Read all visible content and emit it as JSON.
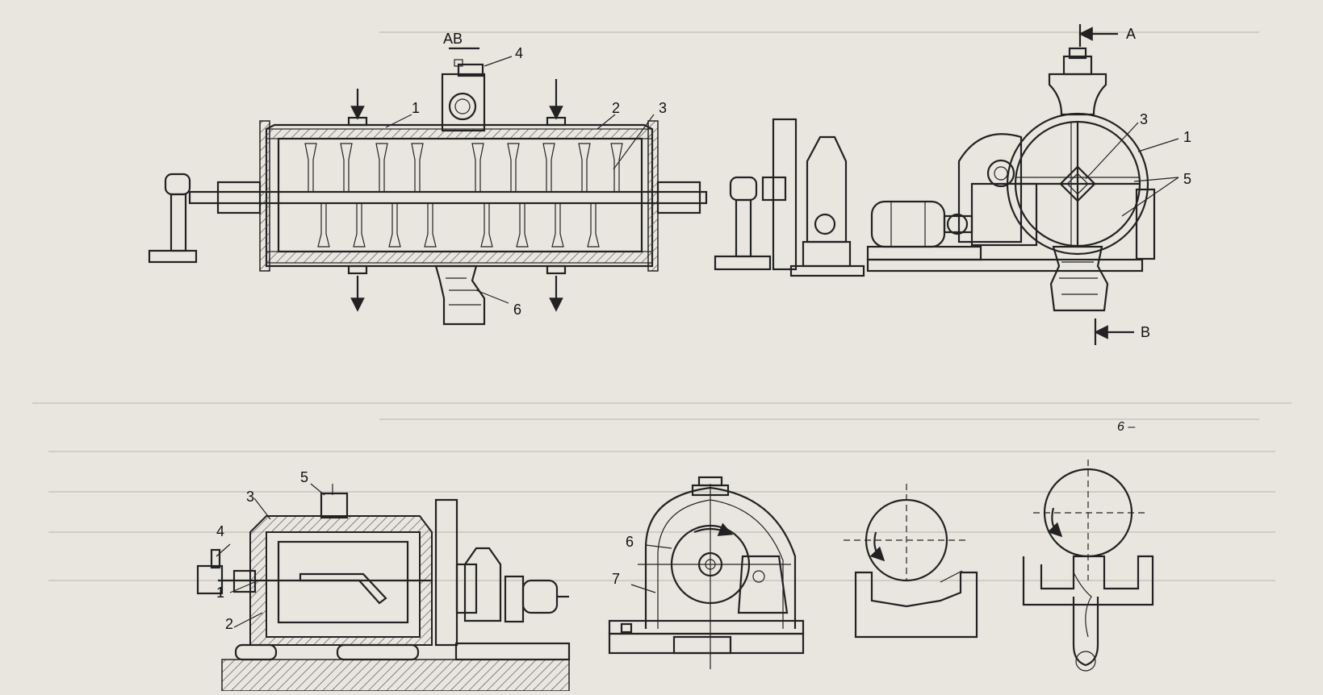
{
  "figure_top_left": {
    "labels": [
      "AB",
      "1",
      "2",
      "3",
      "4",
      "6"
    ]
  },
  "figure_top_right": {
    "labels": [
      "A",
      "B",
      "1",
      "3",
      "5"
    ],
    "caption_fragment": "6 –"
  },
  "figure_bottom_left": {
    "labels": [
      "1",
      "2",
      "3",
      "4",
      "5"
    ]
  },
  "figure_bottom_middle": {
    "labels": [
      "6",
      "7"
    ]
  },
  "colors": {
    "paper": "#e9e6df",
    "ink": "#222222"
  },
  "icons": [
    "arrow-down-icon",
    "arrow-left-icon",
    "rotation-arrow-icon"
  ]
}
